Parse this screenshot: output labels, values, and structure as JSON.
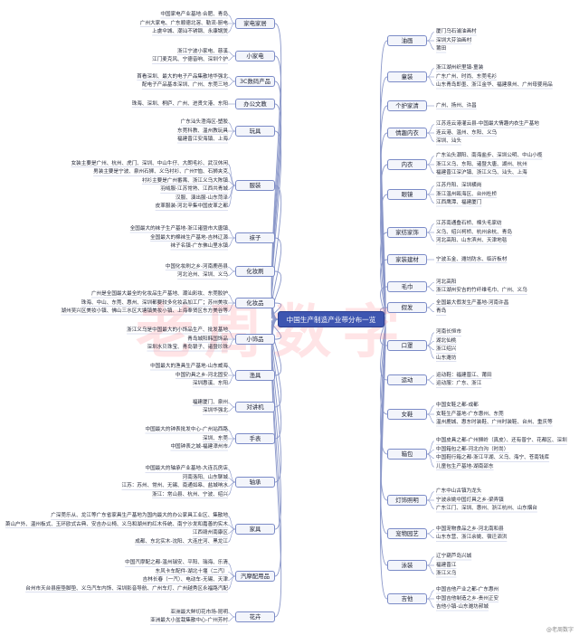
{
  "title": "中国生产制造产业带分布一览",
  "watermark": "老周数字",
  "watermark_small": "@老周数字",
  "left_branches": [
    {
      "label": "家电家居",
      "leaves": [
        "中国家电产业基地:合肥、青岛",
        "广州大家电、广东顺德北滘、勒流-厨电",
        "上虞伞城、潮汕不锈钢、永康锅煲"
      ]
    },
    {
      "label": "小家电",
      "leaves": [
        "浙江宁波小家电、慈溪",
        "江门麦克风、宁德音响、深圳个护"
      ]
    },
    {
      "label": "3C数码产品",
      "leaves": [
        "首看深圳、最大的电子产品集散地华强北",
        "配电子产品基本深圳、广州、东莞三地"
      ]
    },
    {
      "label": "办公文教",
      "leaves": [
        "珠海、深圳、桐庐、广州、进贤文港、东阳"
      ]
    },
    {
      "label": "玩具",
      "leaves": [
        "广东汕头澄海区-塑胶",
        "东莞科教、温州教玩具",
        "福建晋江安海镇、上海"
      ]
    },
    {
      "label": "服装",
      "leaves": [
        "女装主要是广州、杭州、虎门、深圳、中山牛仔、大朗毛衫、武汉休闲",
        "男装主要是宁波、泉州石狮、义乌衬衫、广州T恤、石狮夹克",
        "衬衫主要是广州番禺、浙江义乌大陈镇",
        "羽绒服-江苏常熟、江西共青城",
        "汉服、演出服-山东菏泽",
        "皮革服装-河北辛集中国皮革之都"
      ]
    },
    {
      "label": "袜子",
      "leaves": [
        "全国最大的袜子生产基地-浙江诸暨市大唐镇",
        "全国最大的棉袜生产基地-吉林辽源",
        "袜子名镇-广东佛山里水镇"
      ]
    },
    {
      "label": "化妆刷",
      "leaves": [
        "中国化妆刷之乡-河南鹿邑县",
        "河北沧州、深圳、义乌"
      ]
    },
    {
      "label": "化妆品",
      "leaves": [
        "广州是全国最大最全的化妆品生产基地、潮汕彩妆、东莞胶护",
        "珠海、中山、东莞、惠州、深圳都要较多化妆品加工厂；苏州美妆",
        "湖州吴兴区美妆小镇、佛山三水区大塘镇美妆小镇、上海奉贤区东方美谷等"
      ]
    },
    {
      "label": "小饰品",
      "leaves": [
        "浙江义乌是中国最大的小饰品生产、批发基地",
        "青岛城阳韩国饰品",
        "深圳水贝珠宝、青岛银子、诸暨珍珠"
      ]
    },
    {
      "label": "渔具",
      "leaves": [
        "中国最大的渔具生产基地-山东威海",
        "中国钓具之乡-河北固安",
        "深圳惠溪、东阳"
      ]
    },
    {
      "label": "对讲机",
      "leaves": [
        "福建厦门、泉州",
        "深圳华强北"
      ]
    },
    {
      "label": "手表",
      "leaves": [
        "中国最大的钟表批发中心-广州站西路",
        "深圳、东莞",
        "中国钟表之城-福建漳州市"
      ]
    },
    {
      "label": "轴承",
      "leaves": [
        "中国最大的轴承产业基地-大连瓦房店",
        "河南洛阳、山东聊城",
        "江苏：苏州、常州、无锡、南通如皋、盐城响水",
        "浙江：常山县、杭州、宁波、绍兴"
      ]
    },
    {
      "label": "家具",
      "leaves": [
        "广深莞乐从、龙江等广东省家具生产基地为国内最大的办公家具工业区、集散地",
        "萧山户外、温州板式、玉环欧式古典、安吉办公椅、义乌和湖州的红木传统、南宁沙发和嘉善的实木",
        "江西赣州南康区",
        "成都、东北实木-沈阳、大连庄河、黑龙江"
      ]
    },
    {
      "label": "汽摩配用品",
      "leaves": [
        "中国汽摩配之都-温州瑞安、平阳、瑞海、乐清",
        "东风卡车配件-湖北十堰（二汽）",
        "吉林长春（一汽）、电动车-无锡、天津",
        "台州市天台县座垫脚垫、义乌汽车内饰、深圳影音导航、广州车灯、广州越秀区永福路汽配"
      ]
    },
    {
      "label": "花卉",
      "leaves": [
        "亚洲最大鲜切花市场-昆明",
        "亚洲最大小盆栽集散中心-广州芳村"
      ]
    }
  ],
  "right_branches": [
    {
      "label": "油画",
      "leaves": [
        "厦门乌石浦油画村",
        "深圳大芬油画村",
        "莆田"
      ]
    },
    {
      "label": "童装",
      "leaves": [
        "浙江湖州织里镇-童装",
        "广东广州、时尚、东莞毛衫",
        "山东青岛即墨、浙江金华、福建泉州、广州母婴用品"
      ]
    },
    {
      "label": "个护家清",
      "leaves": [
        "广州、扬州、许昌"
      ]
    },
    {
      "label": "情趣内衣",
      "leaves": [
        "江苏连云港灌云县-中国最大情趣内衣生产基地",
        "连云港、温州、东阳、义乌",
        "深圳、汕头"
      ]
    },
    {
      "label": "内衣",
      "leaves": [
        "广东汕头潮阳、南海盐步、深圳公明、中山小榄",
        "浙江义乌、东阳、诸暨大唐、湖州、杭州",
        "福建晋江深沪镇、浙江义乌、汕头、上海"
      ]
    },
    {
      "label": "眼镜",
      "leaves": [
        "江苏丹阳、深圳横岗",
        "浙江温州瓯海区、台州杜桥",
        "江西鹰潭、福建厦门"
      ]
    },
    {
      "label": "家纺家饰",
      "leaves": [
        "江苏南通叠石桥、棉头毛家纺",
        "义乌、绍兴柯桥、杭州余杭、青岛",
        "河北高阳、山东滨州、天津地毯"
      ]
    },
    {
      "label": "家装建材",
      "leaves": [
        "宁波五金、潍坊防水、临沂板材"
      ]
    },
    {
      "label": "毛巾",
      "leaves": [
        "河北高阳",
        "浙江湖州安吉的竹纤维毛巾、广州、义乌"
      ]
    },
    {
      "label": "假发",
      "leaves": [
        "全国最大假发生产基地-河南许昌",
        "青岛"
      ]
    },
    {
      "label": "口罩",
      "leaves": [
        "河南长恒市",
        "湖北仙桃",
        "浙江绍兴",
        "山东潍坊"
      ]
    },
    {
      "label": "运动",
      "leaves": [
        "运动鞋：福建晋江、莆田",
        "运动服：广东、浙江"
      ]
    },
    {
      "label": "女鞋",
      "leaves": [
        "中国女鞋之都-成都",
        "女鞋生产基地-广东惠州、东莞",
        "温州鹿城、惠东时装鞋、广州时装鞋、台州、重庆等"
      ]
    },
    {
      "label": "箱包",
      "leaves": [
        "中国皮具之都-广州狮岭（真皮）、还有普宁、花都区、深圳",
        "中国箱包之都-河北白沟（时尚）",
        "中国鞋行箱之都-浙江平湖、义乌、海宁、苍南钱库",
        "儿童包生产基地-湖南邵东"
      ]
    },
    {
      "label": "灯饰照明",
      "leaves": [
        "广东中山古镇为龙头",
        "宁波余姚中国灯具之乡-梁弄镇",
        "广东江门、深圳、惠州、浙江杭州、山东烟台"
      ]
    },
    {
      "label": "宠物园艺",
      "leaves": [
        "中国宠物食品之乡-河北南和县",
        "山东东营、浙江余姚、宿迁泗洪"
      ]
    },
    {
      "label": "泳装",
      "leaves": [
        "辽宁葫芦岛兴城",
        "福建晋江",
        "浙江义乌"
      ]
    },
    {
      "label": "吉他",
      "leaves": [
        "中国吉他产业之都-广东惠州",
        "中国吉他制造之乡-贵州正安",
        "吉他小镇-山东潍坊郝城"
      ]
    }
  ]
}
